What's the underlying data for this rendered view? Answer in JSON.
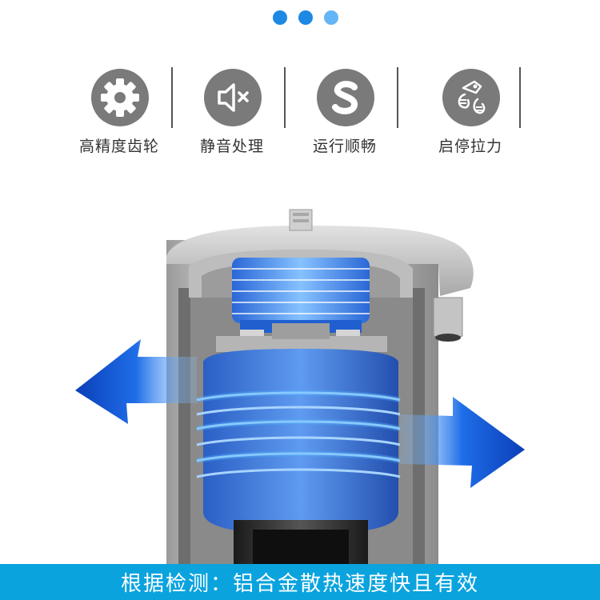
{
  "carousel": {
    "dot_count": 3,
    "active_index": 2,
    "colors": [
      "#1e88e5",
      "#1e88e5",
      "#64b5f6"
    ]
  },
  "features": [
    {
      "label": "高精度齿轮",
      "icon": "gear-icon"
    },
    {
      "label": "静音处理",
      "icon": "mute-speaker-icon"
    },
    {
      "label": "运行顺畅",
      "icon": "letter-s-icon"
    },
    {
      "label": "启停拉力",
      "icon": "hand-pull-icon"
    }
  ],
  "banner": {
    "text": "根据检测：铝合金散热速度快且有效"
  },
  "colors": {
    "icon_bg": "#7a7a7a",
    "accent_blue": "#1a6fe8",
    "banner_bg": "#0aa3de",
    "glow": "#4fb3ff"
  }
}
